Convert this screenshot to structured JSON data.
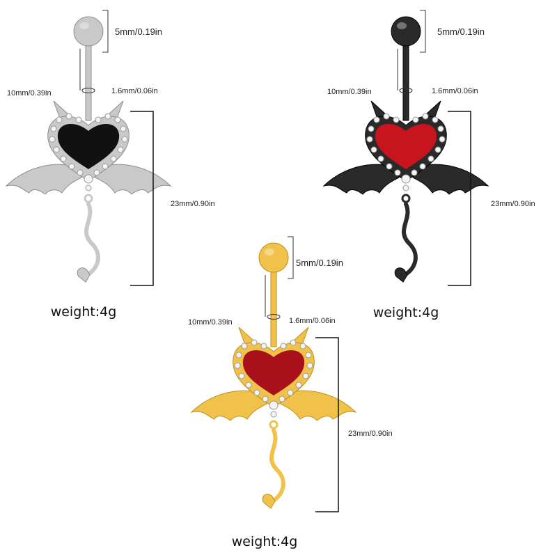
{
  "products": [
    {
      "variant": "silver",
      "metal_color": "#c9c9c9",
      "metal_dark": "#8e8e8e",
      "heart_color": "#111111",
      "ball_label": "5mm/0.19in",
      "bar_length_label": "10mm/0.39in",
      "gauge_label": "1.6mm/0.06in",
      "drop_length_label": "23mm/0.90in",
      "weight_label": "weight:4g"
    },
    {
      "variant": "black",
      "metal_color": "#2a2a2a",
      "metal_dark": "#000000",
      "heart_color": "#c8141c",
      "ball_label": "5mm/0.19in",
      "bar_length_label": "10mm/0.39in",
      "gauge_label": "1.6mm/0.06in",
      "drop_length_label": "23mm/0.90in",
      "weight_label": "weight:4g"
    },
    {
      "variant": "gold",
      "metal_color": "#f0c24a",
      "metal_dark": "#c18f1c",
      "heart_color": "#a8101a",
      "ball_label": "5mm/0.19in",
      "bar_length_label": "10mm/0.39in",
      "gauge_label": "1.6mm/0.06in",
      "drop_length_label": "23mm/0.90in",
      "weight_label": "weight:4g"
    }
  ]
}
